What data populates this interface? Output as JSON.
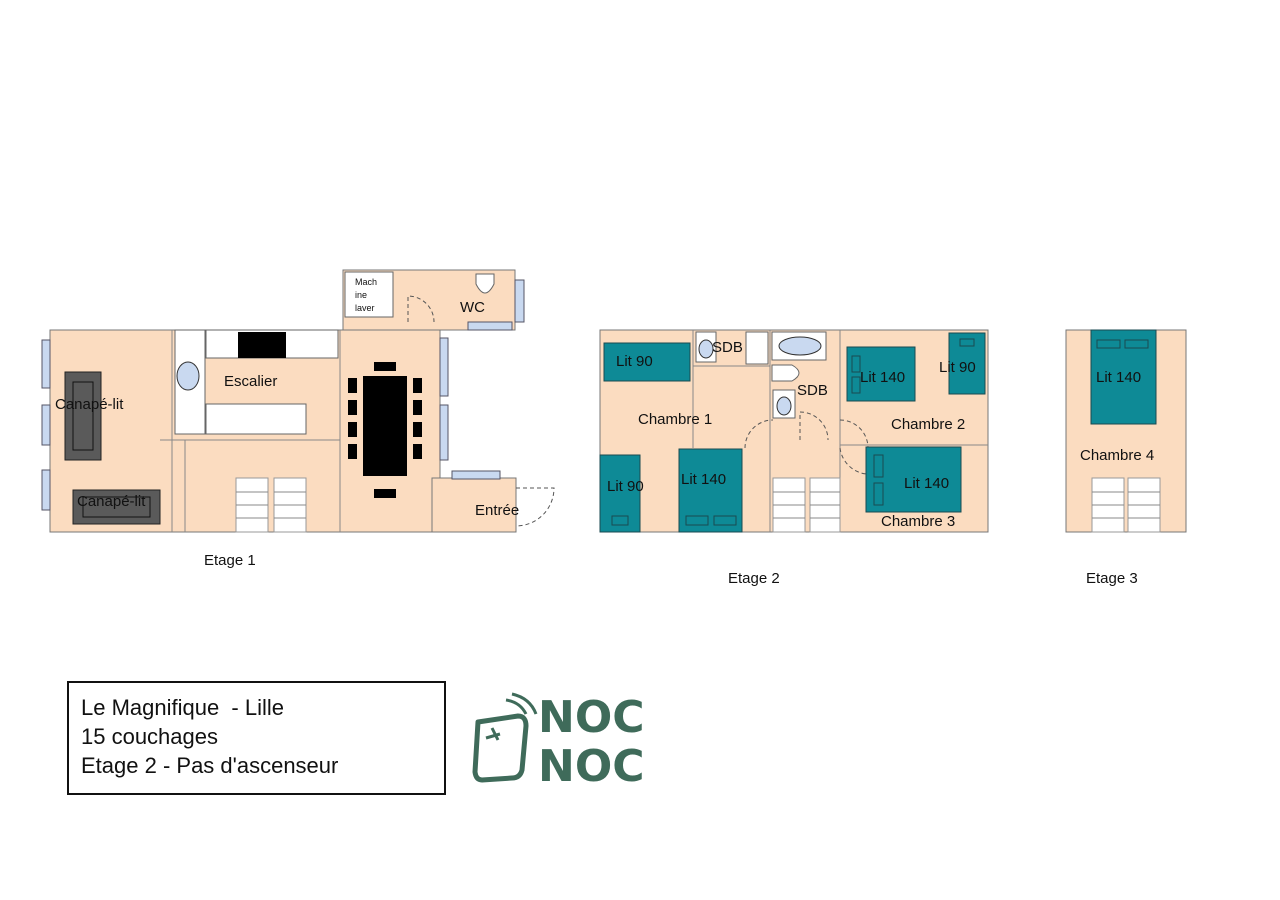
{
  "floors": {
    "etage1": {
      "caption": "Etage 1",
      "rooms": {
        "machine": [
          "Mach",
          "ine",
          "laver"
        ],
        "wc": "WC",
        "escalier": "Escalier",
        "canape1": "Canapé-lit",
        "canape2": "Canapé-lit",
        "entree": "Entrée"
      }
    },
    "etage2": {
      "caption": "Etage 2",
      "rooms": {
        "sdb1": "SDB",
        "sdb2": "SDB",
        "chambre1": "Chambre 1",
        "chambre2": "Chambre 2",
        "chambre3": "Chambre 3"
      },
      "beds": {
        "c1_top": "Lit 90",
        "c1_left": "Lit 90",
        "c1_big": "Lit 140",
        "c2_big": "Lit 140",
        "c2_small": "Lit 90",
        "c3_big": "Lit 140"
      }
    },
    "etage3": {
      "caption": "Etage 3",
      "rooms": {
        "chambre4": "Chambre 4"
      },
      "beds": {
        "c4_big": "Lit 140"
      }
    }
  },
  "info": {
    "line1": "Le Magnifique  - Lille",
    "line2": "15 couchages",
    "line3": "Etage 2 - Pas d'ascenseur"
  },
  "logo": {
    "text_top": "NOC",
    "text_bottom": "NOC",
    "color": "#3f6b5a"
  },
  "colors": {
    "floor": "#fbdcc0",
    "bed": "#0e8a96",
    "window": "#c9d9f0"
  }
}
